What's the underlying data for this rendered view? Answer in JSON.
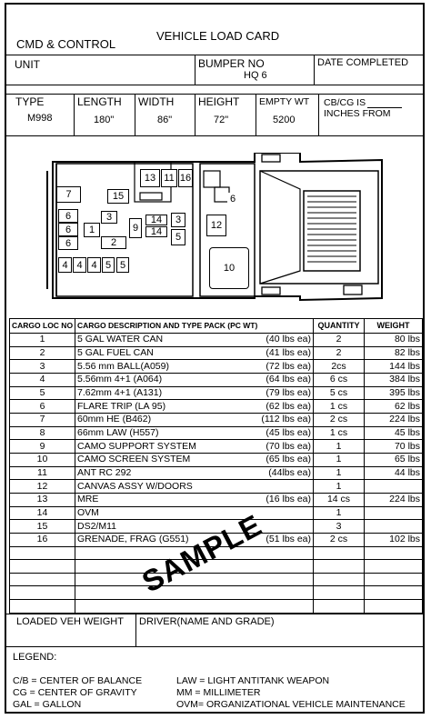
{
  "header": {
    "unit_type": "CMD & CONTROL",
    "title": "VEHICLE LOAD CARD",
    "unit_label": "UNIT",
    "bumper_label": "BUMPER NO",
    "bumper_value": "HQ 6",
    "date_label": "DATE COMPLETED"
  },
  "specs": {
    "type_label": "TYPE",
    "type_value": "M998",
    "length_label": "LENGTH",
    "length_value": "180\"",
    "width_label": "WIDTH",
    "width_value": "86\"",
    "height_label": "HEIGHT",
    "height_value": "72\"",
    "empty_wt_label": "EMPTY WT",
    "empty_wt_value": "5200",
    "cbcg_line1": "CB/CG IS",
    "cbcg_line2": "INCHES FROM"
  },
  "diagram": {
    "locs": [
      "7",
      "15",
      "13",
      "11",
      "16",
      "6",
      "3",
      "1",
      "2",
      "9",
      "14",
      "14",
      "3",
      "5",
      "12",
      "4",
      "4",
      "4",
      "5",
      "10",
      "6",
      "6",
      "6",
      "5"
    ]
  },
  "table": {
    "headers": {
      "loc": "CARGO LOC NO",
      "desc": "CARGO DESCRIPTION AND TYPE PACK (PC WT)",
      "qty": "QUANTITY",
      "weight": "WEIGHT"
    },
    "rows": [
      {
        "loc": "1",
        "name": "5 GAL WATER CAN",
        "pack": "(40 lbs ea)",
        "qty": "2",
        "weight": "80 lbs"
      },
      {
        "loc": "2",
        "name": "5 GAL FUEL CAN",
        "pack": "(41 lbs ea)",
        "qty": "2",
        "weight": "82 lbs"
      },
      {
        "loc": "3",
        "name": "5.56 mm BALL(A059)",
        "pack": "(72 lbs ea)",
        "qty": "2cs",
        "weight": "144 lbs"
      },
      {
        "loc": "4",
        "name": "5.56mm 4+1 (A064)",
        "pack": "(64 lbs ea)",
        "qty": "6 cs",
        "weight": "384 lbs"
      },
      {
        "loc": "5",
        "name": "7.62mm 4+1 (A131)",
        "pack": "(79 lbs ea)",
        "qty": "5 cs",
        "weight": "395 lbs"
      },
      {
        "loc": "6",
        "name": "FLARE TRIP (LA 95)",
        "pack": "(62 lbs ea)",
        "qty": "1 cs",
        "weight": "62 lbs"
      },
      {
        "loc": "7",
        "name": "60mm HE (B462)",
        "pack": "(112 lbs ea)",
        "qty": "2 cs",
        "weight": "224 lbs"
      },
      {
        "loc": "8",
        "name": "66mm LAW (H557)",
        "pack": "(45 lbs ea)",
        "qty": "1 cs",
        "weight": "45 lbs"
      },
      {
        "loc": "9",
        "name": "CAMO SUPPORT SYSTEM",
        "pack": "(70 lbs ea)",
        "qty": "1",
        "weight": "70 lbs"
      },
      {
        "loc": "10",
        "name": "CAMO SCREEN SYSTEM",
        "pack": "(65 lbs ea)",
        "qty": "1",
        "weight": "65 lbs"
      },
      {
        "loc": "11",
        "name": "ANT RC 292",
        "pack": "(44lbs ea)",
        "qty": "1",
        "weight": "44 lbs"
      },
      {
        "loc": "12",
        "name": "CANVAS ASSY W/DOORS",
        "pack": "",
        "qty": "1",
        "weight": ""
      },
      {
        "loc": "13",
        "name": "MRE",
        "pack": "(16 lbs ea)",
        "qty": "14 cs",
        "weight": "224 lbs"
      },
      {
        "loc": "14",
        "name": "OVM",
        "pack": "",
        "qty": "1",
        "weight": ""
      },
      {
        "loc": "15",
        "name": "DS2/M11",
        "pack": "",
        "qty": "3",
        "weight": ""
      },
      {
        "loc": "16",
        "name": "GRENADE, FRAG (G551)",
        "pack": "(51 lbs ea)",
        "qty": "2 cs",
        "weight": "102 lbs"
      },
      {
        "loc": "",
        "name": "",
        "pack": "",
        "qty": "",
        "weight": ""
      },
      {
        "loc": "",
        "name": "",
        "pack": "",
        "qty": "",
        "weight": ""
      },
      {
        "loc": "",
        "name": "",
        "pack": "",
        "qty": "",
        "weight": ""
      },
      {
        "loc": "",
        "name": "",
        "pack": "",
        "qty": "",
        "weight": ""
      },
      {
        "loc": "",
        "name": "",
        "pack": "",
        "qty": "",
        "weight": ""
      }
    ]
  },
  "watermark": "SAMPLE",
  "footer": {
    "loaded_label": "LOADED VEH WEIGHT",
    "driver_label": "DRIVER(NAME AND GRADE)"
  },
  "legend": {
    "title": "LEGEND:",
    "left": [
      "C/B = CENTER OF BALANCE",
      "CG = CENTER OF GRAVITY",
      "GAL = GALLON"
    ],
    "right": [
      "LAW = LIGHT ANTITANK WEAPON",
      "MM = MILLIMETER",
      "OVM= ORGANIZATIONAL VEHICLE MAINTENANCE"
    ]
  }
}
